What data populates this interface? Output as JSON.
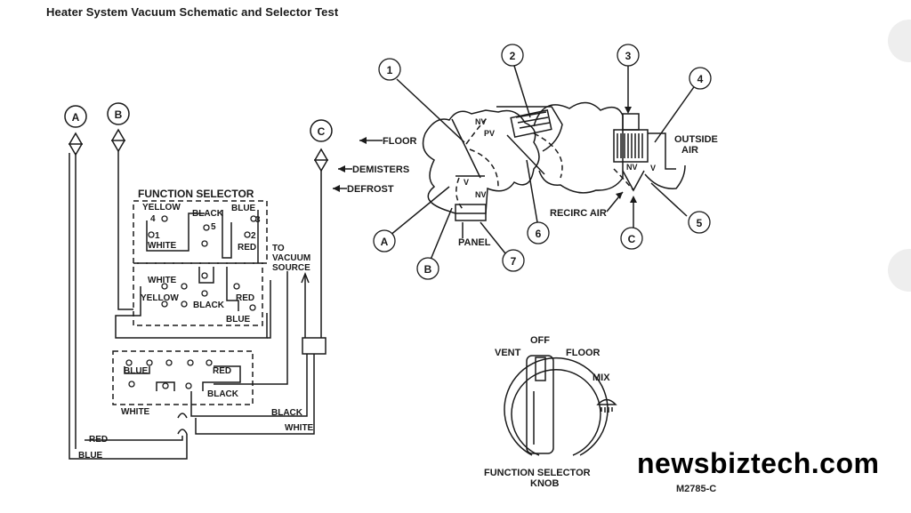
{
  "title": "Heater System Vacuum Schematic and Selector Test",
  "watermark": "newsbiztech.com",
  "figure_id": "M2785-C",
  "schematic": {
    "connectors": [
      "A",
      "B",
      "C"
    ],
    "box_label": "FUNCTION SELECTOR",
    "wire_labels": {
      "yellow_top": "YELLOW",
      "black_top": "BLACK",
      "blue_top": "BLUE",
      "white_mid": "WHITE",
      "red_mid": "RED",
      "white_lower": "WHITE",
      "yellow_lower": "YELLOW",
      "red_lower": "RED",
      "black_lower": "BLACK",
      "blue_lower": "BLUE",
      "blue_bottom": "BLUE",
      "red_bottom": "RED",
      "black_bottom": "BLACK",
      "white_bottom": "WHITE",
      "black_run": "BLACK",
      "white_run": "WHITE",
      "red_run": "RED",
      "blue_run": "BLUE"
    },
    "port_numbers": [
      "4",
      "5",
      "3",
      "1",
      "2"
    ],
    "vacuum_source": [
      "TO",
      "VACUUM",
      "SOURCE"
    ]
  },
  "airflow": {
    "callouts": [
      "1",
      "2",
      "3",
      "4",
      "5",
      "6",
      "7"
    ],
    "letters": [
      "A",
      "B",
      "C"
    ],
    "outlets": [
      "FLOOR",
      "DEMISTERS",
      "DEFROST"
    ],
    "panel": "PANEL",
    "recirc": "RECIRC AIR",
    "outside_air": [
      "OUTSIDE",
      "AIR"
    ],
    "valve_labels": {
      "nv_top": "NV",
      "pv": "PV",
      "v_left": "V",
      "nv_left": "NV",
      "nv_right": "NV",
      "v_right": "V"
    }
  },
  "knob": {
    "positions": {
      "vent": "VENT",
      "off": "OFF",
      "floor": "FLOOR",
      "mix": "MIX"
    },
    "label_lines": [
      "FUNCTION SELECTOR",
      "KNOB"
    ],
    "defrost_symbol": "defrost-icon"
  }
}
